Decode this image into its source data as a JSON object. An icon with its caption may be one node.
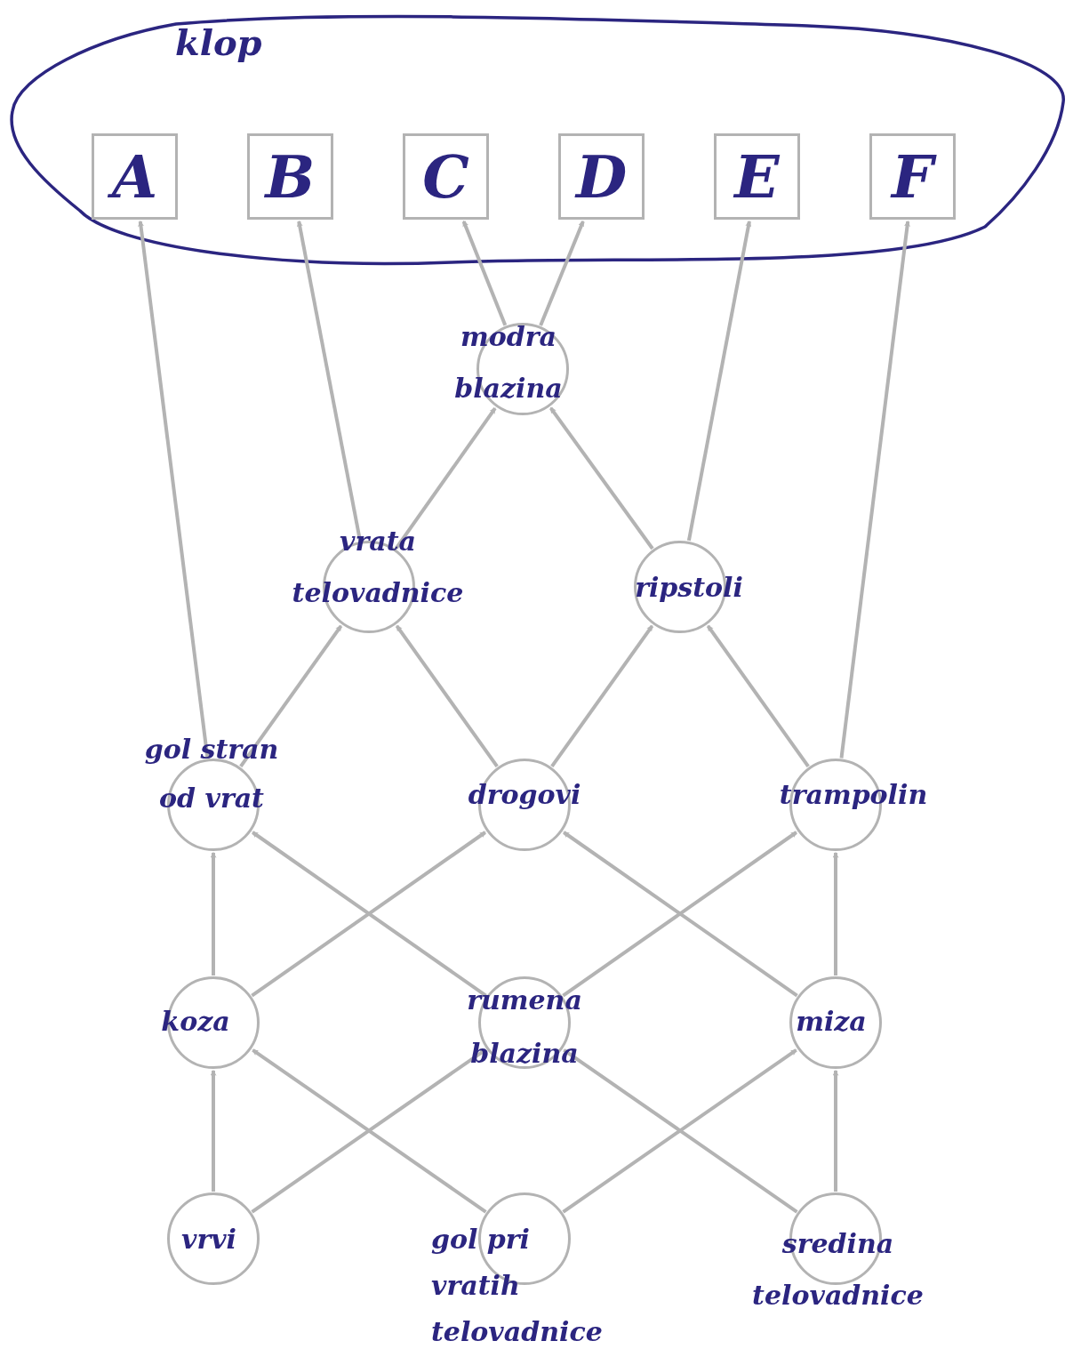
{
  "diagram": {
    "nodes": [
      {
        "text": [
          "klop"
        ]
      },
      {
        "text": [
          "A"
        ],
        "in": 0
      },
      {
        "text": [
          "B"
        ],
        "in": 0
      },
      {
        "text": [
          "C"
        ],
        "in": 0
      },
      {
        "text": [
          "D"
        ],
        "in": 0
      },
      {
        "text": [
          "E"
        ],
        "in": 0
      },
      {
        "text": [
          "F"
        ],
        "in": 0
      },
      {
        "text": [
          "modra blazina"
        ]
      },
      {
        "text": [
          "vrata telovadnice"
        ]
      },
      {
        "text": [
          "ripstoli"
        ]
      },
      {
        "text": [
          "gol stran od vrat"
        ]
      },
      {
        "text": [
          "drogovi"
        ]
      },
      {
        "text": [
          "trampolin"
        ]
      },
      {
        "text": [
          "koza"
        ]
      },
      {
        "text": [
          "rumena blazina"
        ]
      },
      {
        "text": [
          "miza"
        ]
      },
      {
        "text": [
          "vrvi"
        ]
      },
      {
        "text": [
          "gol pri vratih telovadnice"
        ]
      },
      {
        "text": [
          "sredina telovadnice"
        ]
      }
    ],
    "edges": [
      {
        "from": 10,
        "to": 1,
        "arrow": "to"
      },
      {
        "from": 8,
        "to": 2,
        "arrow": "to"
      },
      {
        "from": 7,
        "to": 3,
        "arrow": "to"
      },
      {
        "from": 7,
        "to": 4,
        "arrow": "to"
      },
      {
        "from": 9,
        "to": 5,
        "arrow": "to"
      },
      {
        "from": 12,
        "to": 6,
        "arrow": "to"
      },
      {
        "from": 8,
        "to": 7,
        "arrow": "to"
      },
      {
        "from": 9,
        "to": 7,
        "arrow": "to"
      },
      {
        "from": 10,
        "to": 8,
        "arrow": "to"
      },
      {
        "from": 11,
        "to": 8,
        "arrow": "to"
      },
      {
        "from": 11,
        "to": 9,
        "arrow": "to"
      },
      {
        "from": 12,
        "to": 9,
        "arrow": "to"
      },
      {
        "from": 13,
        "to": 10,
        "arrow": "to"
      },
      {
        "from": 14,
        "to": 10,
        "arrow": "to"
      },
      {
        "from": 13,
        "to": 11,
        "arrow": "to"
      },
      {
        "from": 15,
        "to": 11,
        "arrow": "to"
      },
      {
        "from": 14,
        "to": 12,
        "arrow": "to"
      },
      {
        "from": 15,
        "to": 12,
        "arrow": "to"
      },
      {
        "from": 16,
        "to": 13,
        "arrow": "to"
      },
      {
        "from": 17,
        "to": 13,
        "arrow": "to"
      },
      {
        "from": 16,
        "to": 14,
        "arrow": "to"
      },
      {
        "from": 18,
        "to": 14,
        "arrow": "to"
      },
      {
        "from": 17,
        "to": 15,
        "arrow": "to"
      },
      {
        "from": 18,
        "to": 15,
        "arrow": "to"
      }
    ]
  }
}
